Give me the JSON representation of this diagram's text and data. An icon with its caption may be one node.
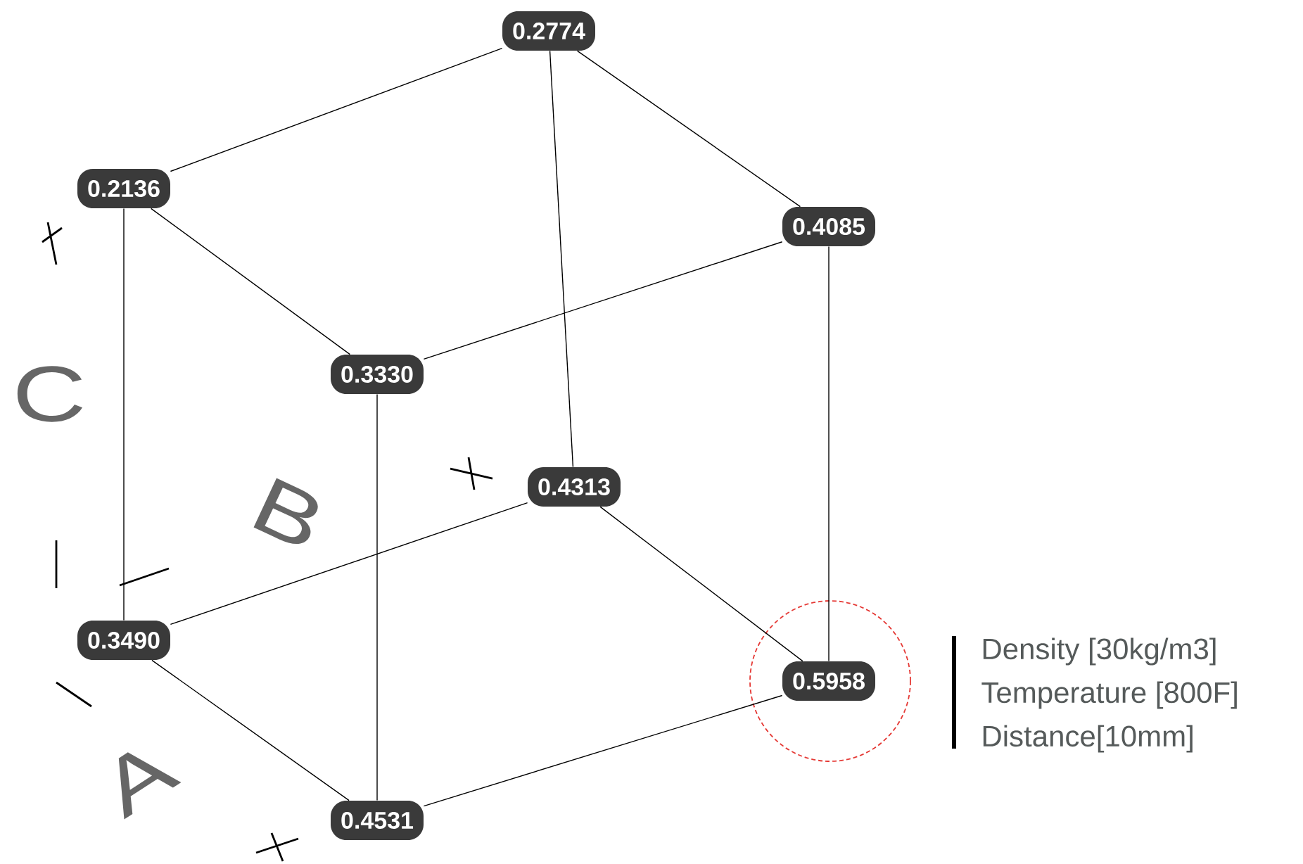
{
  "diagram": {
    "nodes": [
      {
        "text": [
          "0.2774"
        ]
      },
      {
        "text": [
          "0.2136"
        ]
      },
      {
        "text": [
          "0.4085"
        ]
      },
      {
        "text": [
          "0.3330"
        ]
      },
      {
        "text": [
          "0.4313"
        ]
      },
      {
        "text": [
          "0.3490"
        ]
      },
      {
        "text": [
          "0.5958"
        ]
      },
      {
        "text": [
          "0.4531"
        ]
      }
    ],
    "edges": [
      {
        "from": 1,
        "to": 0,
        "arrow": "none"
      },
      {
        "from": 0,
        "to": 2,
        "arrow": "none"
      },
      {
        "from": 1,
        "to": 3,
        "arrow": "none"
      },
      {
        "from": 3,
        "to": 2,
        "arrow": "none"
      },
      {
        "from": 1,
        "to": 5,
        "arrow": "none"
      },
      {
        "from": 0,
        "to": 4,
        "arrow": "none"
      },
      {
        "from": 3,
        "to": 7,
        "arrow": "none"
      },
      {
        "from": 2,
        "to": 6,
        "arrow": "none"
      },
      {
        "from": 5,
        "to": 4,
        "arrow": "none"
      },
      {
        "from": 4,
        "to": 6,
        "arrow": "none"
      },
      {
        "from": 5,
        "to": 7,
        "arrow": "none"
      },
      {
        "from": 7,
        "to": 6,
        "arrow": "none"
      }
    ],
    "labels": [
      "C",
      "B",
      "A",
      "Density [30kg/m3]",
      "Temperature [800F]",
      "Distance[10mm]"
    ]
  }
}
